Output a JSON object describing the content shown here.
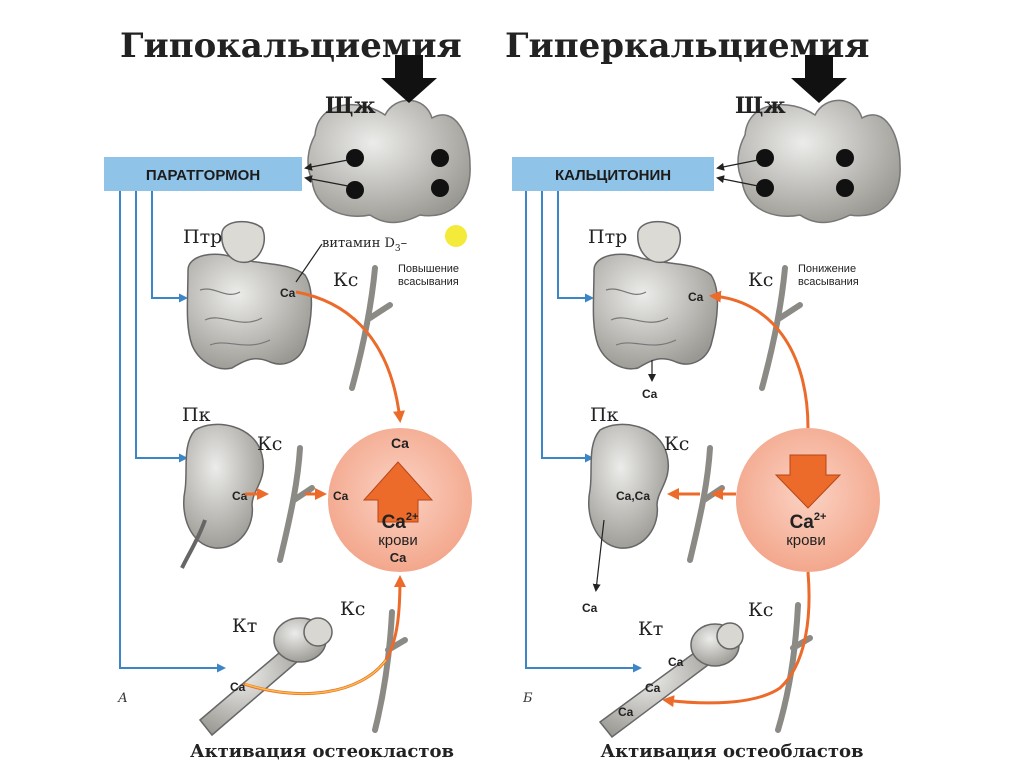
{
  "left": {
    "title": "Гипокальциемия",
    "gland": "Щж",
    "hormone": "ПАРАТГОРМОН",
    "vitamin": "витамин D",
    "vitamin_sub": "3",
    "vitamin_dash": "–",
    "intestine": "Птр",
    "kidney": "Пк",
    "bone": "Кт",
    "vessel": "Кс",
    "absorption_line1": "Повышение",
    "absorption_line2": "всасывания",
    "ca": "Ca",
    "circle_top": "Ca",
    "circle_main": "Ca",
    "circle_sup": "2+",
    "circle_blood": "крови",
    "circle_bottom": "Ca",
    "panel_letter": "А",
    "caption": "Активация остеокластов"
  },
  "right": {
    "title": "Гиперкальциемия",
    "gland": "Щж",
    "hormone": "КАЛЬЦИТОНИН",
    "intestine": "Птр",
    "kidney": "Пк",
    "bone": "Кт",
    "vessel": "Кс",
    "absorption_line1": "Понижение",
    "absorption_line2": "всасывания",
    "ca": "Ca",
    "kidney_ca": "Ca,Ca",
    "circle_main": "Ca",
    "circle_sup": "2+",
    "circle_blood": "крови",
    "panel_letter": "Б",
    "caption": "Активация остеобластов"
  },
  "colors": {
    "hormone_box": "#8fc3e8",
    "blue_line": "#3d86c6",
    "orange_arrow": "#ec6a2a",
    "circle_fill": "#f6b6a0",
    "gland": "#cfcac2",
    "vitamin_dot": "#f3ea3a",
    "text": "#222222"
  }
}
